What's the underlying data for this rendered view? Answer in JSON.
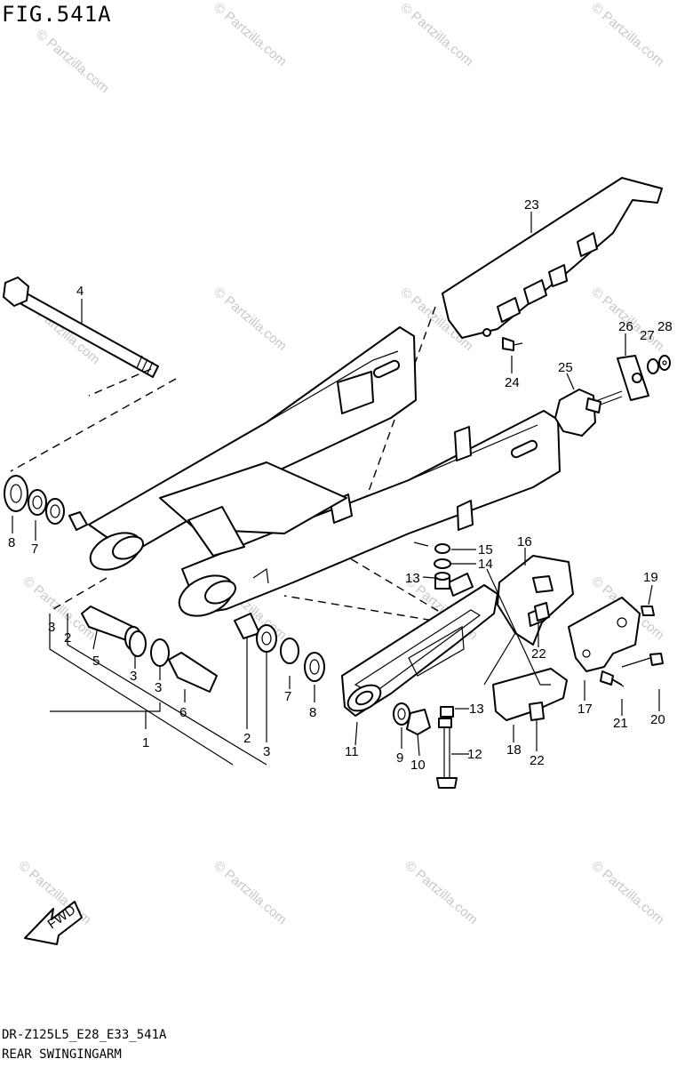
{
  "figure": {
    "title": "FIG.541A",
    "code": "DR-Z125L5_E28_E33_541A",
    "name": "REAR SWINGINGARM",
    "fwd_label": "FWD",
    "watermark": "© Partzilla.com"
  },
  "callouts": {
    "p1": "1",
    "p2a": "2",
    "p2b": "2",
    "p3a": "3",
    "p3b": "3",
    "p3c": "3",
    "p3d": "3",
    "p4": "4",
    "p5": "5",
    "p6": "6",
    "p7a": "7",
    "p7b": "7",
    "p8a": "8",
    "p8b": "8",
    "p9": "9",
    "p10": "10",
    "p11": "11",
    "p12": "12",
    "p13a": "13",
    "p13b": "13",
    "p14": "14",
    "p15": "15",
    "p16": "16",
    "p17": "17",
    "p18": "18",
    "p19": "19",
    "p20": "20",
    "p21": "21",
    "p22a": "22",
    "p22b": "22",
    "p23": "23",
    "p24": "24",
    "p25": "25",
    "p26": "26",
    "p27": "27",
    "p28": "28"
  }
}
